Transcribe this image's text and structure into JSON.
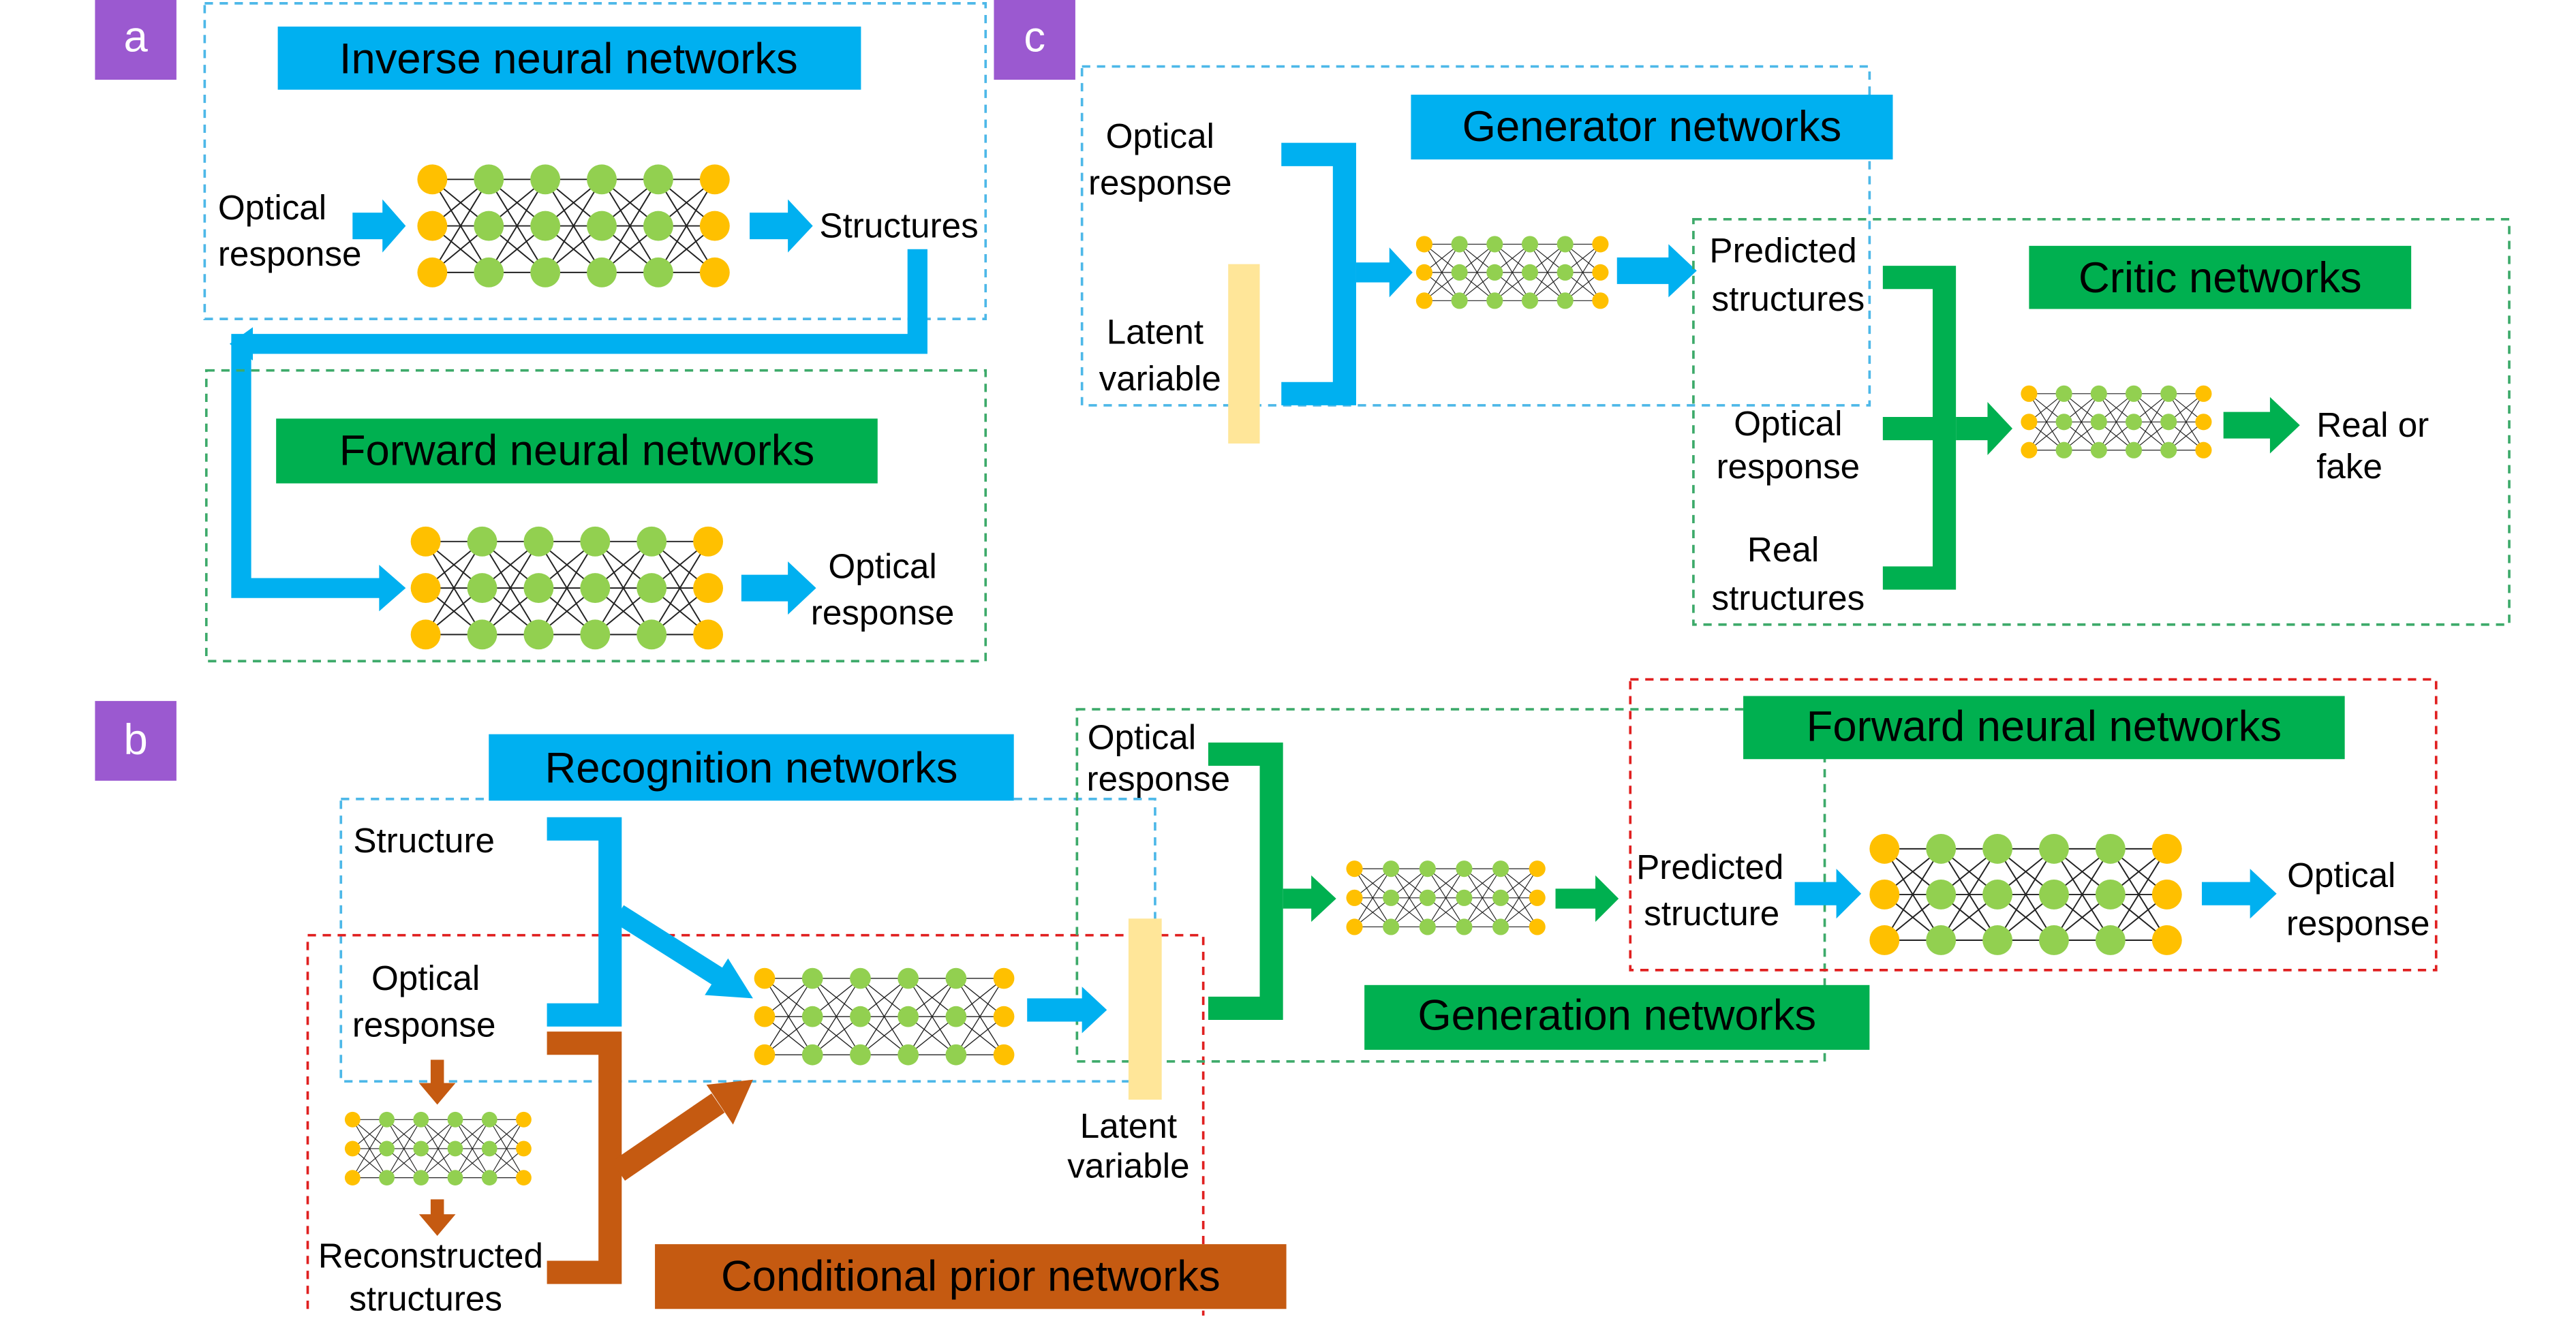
{
  "colors": {
    "blue": "#00b0f0",
    "green": "#00b050",
    "orange": "#c55a11",
    "purple": "#9b59d0",
    "latent": "#ffe699",
    "node_yellow": "#ffc000",
    "node_green": "#92d050",
    "dash_blue": "#4db8e8",
    "dash_green": "#3daa6a",
    "dash_red": "#e02020"
  },
  "panels": {
    "a": {
      "letter": "a",
      "inverse_title": "Inverse neural networks",
      "forward_title": "Forward neural networks",
      "input_line1": "Optical",
      "input_line2": "response",
      "structures": "Structures",
      "output_line1": "Optical",
      "output_line2": "response"
    },
    "b": {
      "letter": "b",
      "recognition_title": "Recognition networks",
      "structure": "Structure",
      "optical_line1": "Optical",
      "optical_line2": "response",
      "reconstructed_line1": "Reconstructed",
      "reconstructed_line2": "structures",
      "latent_line1": "Latent",
      "latent_line2": "variable",
      "prior_title": "Conditional prior networks",
      "gen_optical_line1": "Optical",
      "gen_optical_line2": "response",
      "generation_title": "Generation networks",
      "forward_title": "Forward neural networks",
      "predicted_line1": "Predicted",
      "predicted_line2": "structure",
      "output_line1": "Optical",
      "output_line2": "response"
    },
    "c": {
      "letter": "c",
      "generator_title": "Generator networks",
      "optical_line1": "Optical",
      "optical_line2": "response",
      "latent_line1": "Latent",
      "latent_line2": "variable",
      "critic_title": "Critic networks",
      "predicted_line1": "Predicted",
      "predicted_line2": "structures",
      "optical2_line1": "Optical",
      "optical2_line2": "response",
      "real_line1": "Real",
      "real_line2": "structures",
      "output_line1": "Real or",
      "output_line2": "fake"
    }
  }
}
